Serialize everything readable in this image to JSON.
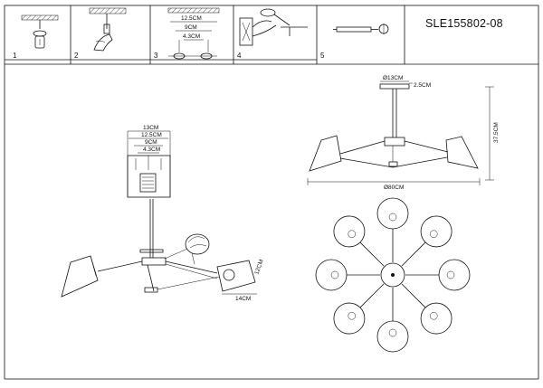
{
  "header": {
    "model": "SLE155802-08"
  },
  "steps": [
    {
      "num": "1",
      "label": "1"
    },
    {
      "num": "2",
      "label": "2"
    },
    {
      "num": "3",
      "label": "3"
    },
    {
      "num": "4",
      "label": "4"
    },
    {
      "num": "5",
      "label": "5"
    }
  ],
  "step3_dims": {
    "d1": "12.5CM",
    "d2": "9CM",
    "d3": "4.3CM"
  },
  "bracket_dims": {
    "d0": "13CM",
    "d1": "12.5CM",
    "d2": "9CM",
    "d3": "4.3CM"
  },
  "front_dims": {
    "shade_w": "14CM",
    "shade_h": "12CM"
  },
  "side_dims": {
    "canopy_d": "Ø13CM",
    "canopy_h": "2.5CM",
    "height": "37.5CM",
    "width": "Ø80CM"
  }
}
